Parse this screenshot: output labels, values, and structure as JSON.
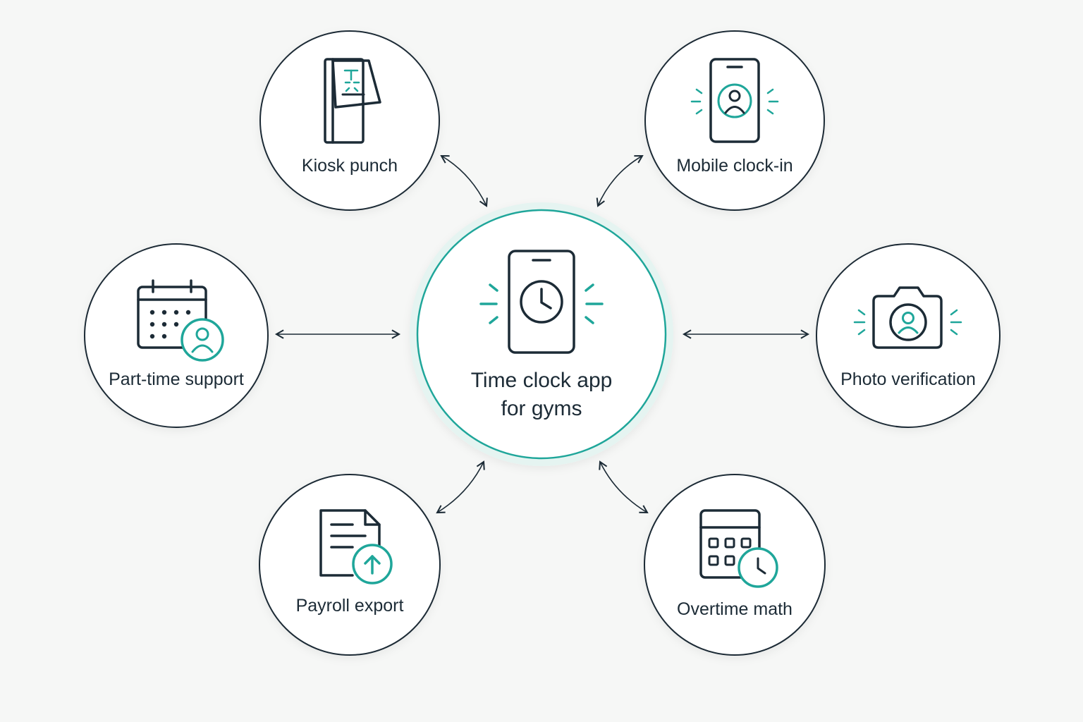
{
  "hub": {
    "title_line1": "Time clock app",
    "title_line2": "for gyms",
    "icon": "phone-clock-icon"
  },
  "nodes": {
    "kiosk": {
      "label": "Kiosk punch",
      "icon": "kiosk-terminal-icon"
    },
    "mobile": {
      "label": "Mobile clock-in",
      "icon": "phone-user-icon"
    },
    "parttime": {
      "label": "Part-time support",
      "icon": "calendar-user-icon"
    },
    "photo": {
      "label": "Photo verification",
      "icon": "camera-user-icon"
    },
    "payroll": {
      "label": "Payroll export",
      "icon": "document-upload-icon"
    },
    "overtime": {
      "label": "Overtime math",
      "icon": "calculator-clock-icon"
    }
  },
  "colors": {
    "ink": "#1c2b36",
    "accent": "#1fa69a",
    "background": "#f6f7f6",
    "hub_glow": "#e3f3f0"
  }
}
